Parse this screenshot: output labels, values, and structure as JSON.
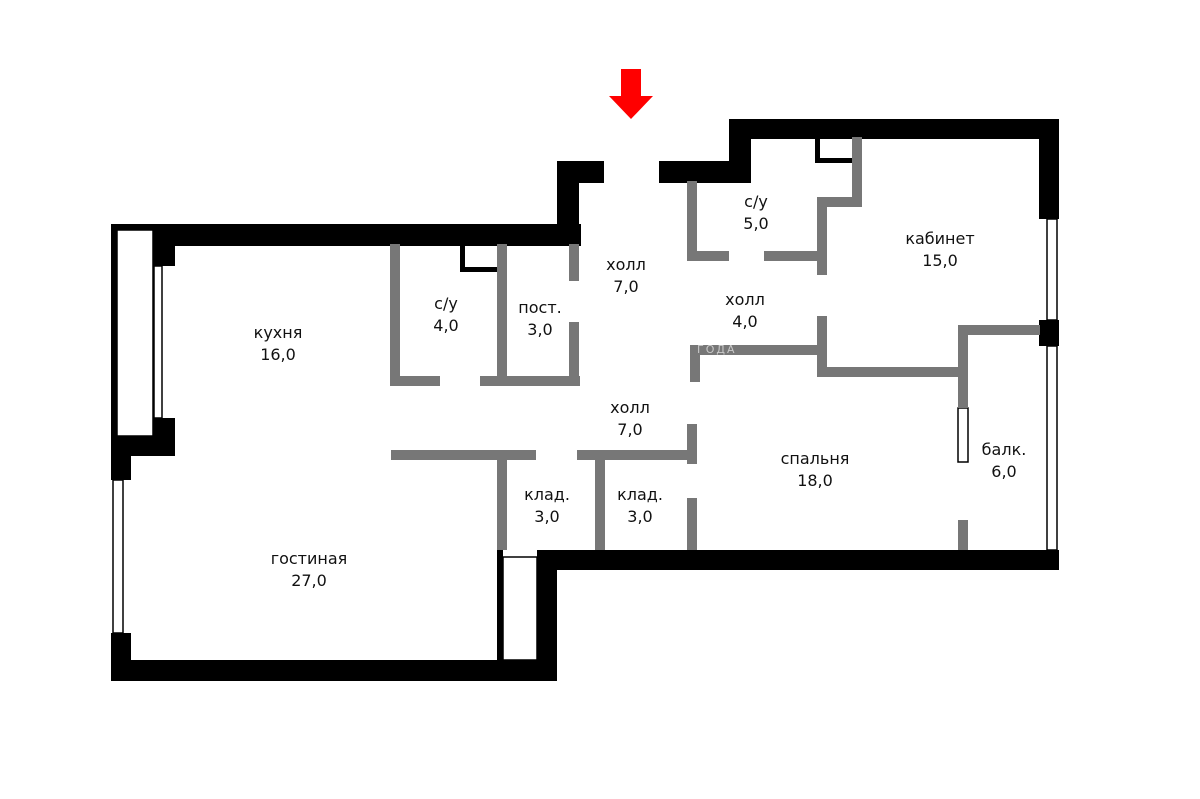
{
  "colors": {
    "outer_wall": "#000000",
    "inner_wall": "#777777",
    "window": "#ffffff",
    "entrance_arrow": "#ff0000",
    "background": "#ffffff"
  },
  "entrance": {
    "icon": "arrow-down-icon"
  },
  "watermark": "ГОДА",
  "rooms": [
    {
      "id": "kitchen",
      "name": "кухня",
      "area": "16,0"
    },
    {
      "id": "living",
      "name": "гостиная",
      "area": "27,0"
    },
    {
      "id": "bath1",
      "name": "с/у",
      "area": "4,0"
    },
    {
      "id": "pantry",
      "name": "пост.",
      "area": "3,0"
    },
    {
      "id": "hall1",
      "name": "холл",
      "area": "7,0"
    },
    {
      "id": "bath2",
      "name": "с/у",
      "area": "5,0"
    },
    {
      "id": "study",
      "name": "кабинет",
      "area": "15,0"
    },
    {
      "id": "hall2",
      "name": "холл",
      "area": "4,0"
    },
    {
      "id": "hall3",
      "name": "холл",
      "area": "7,0"
    },
    {
      "id": "storage1",
      "name": "клад.",
      "area": "3,0"
    },
    {
      "id": "storage2",
      "name": "клад.",
      "area": "3,0"
    },
    {
      "id": "bedroom",
      "name": "спальня",
      "area": "18,0"
    },
    {
      "id": "balcony",
      "name": "балк.",
      "area": "6,0"
    }
  ]
}
